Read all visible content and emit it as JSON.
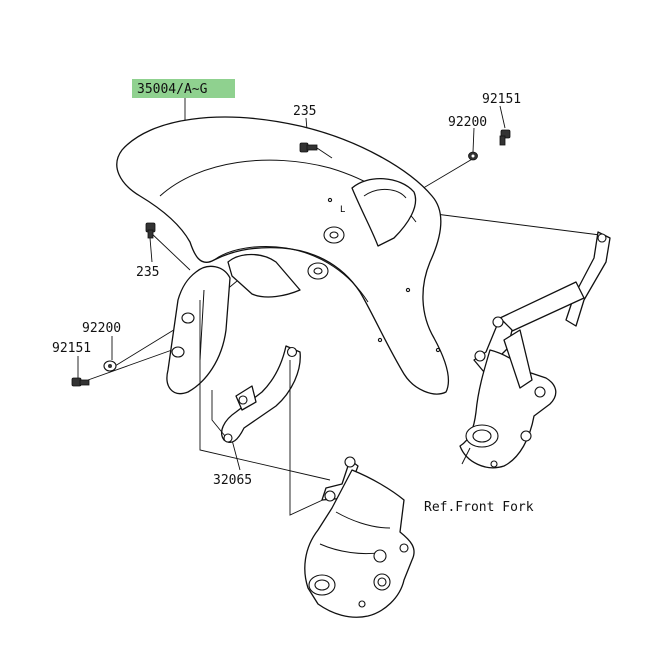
{
  "highlight_color": "#8fd18f",
  "labels": {
    "fender": "35004/A~G",
    "bolt_top": "235",
    "bolt_left": "235",
    "bolt_right_upper": "92151",
    "washer_right_upper": "92200",
    "washer_left": "92200",
    "bolt_left_lower": "92151",
    "brace": "32065",
    "front_fork_ref": "Ref.Front Fork"
  }
}
